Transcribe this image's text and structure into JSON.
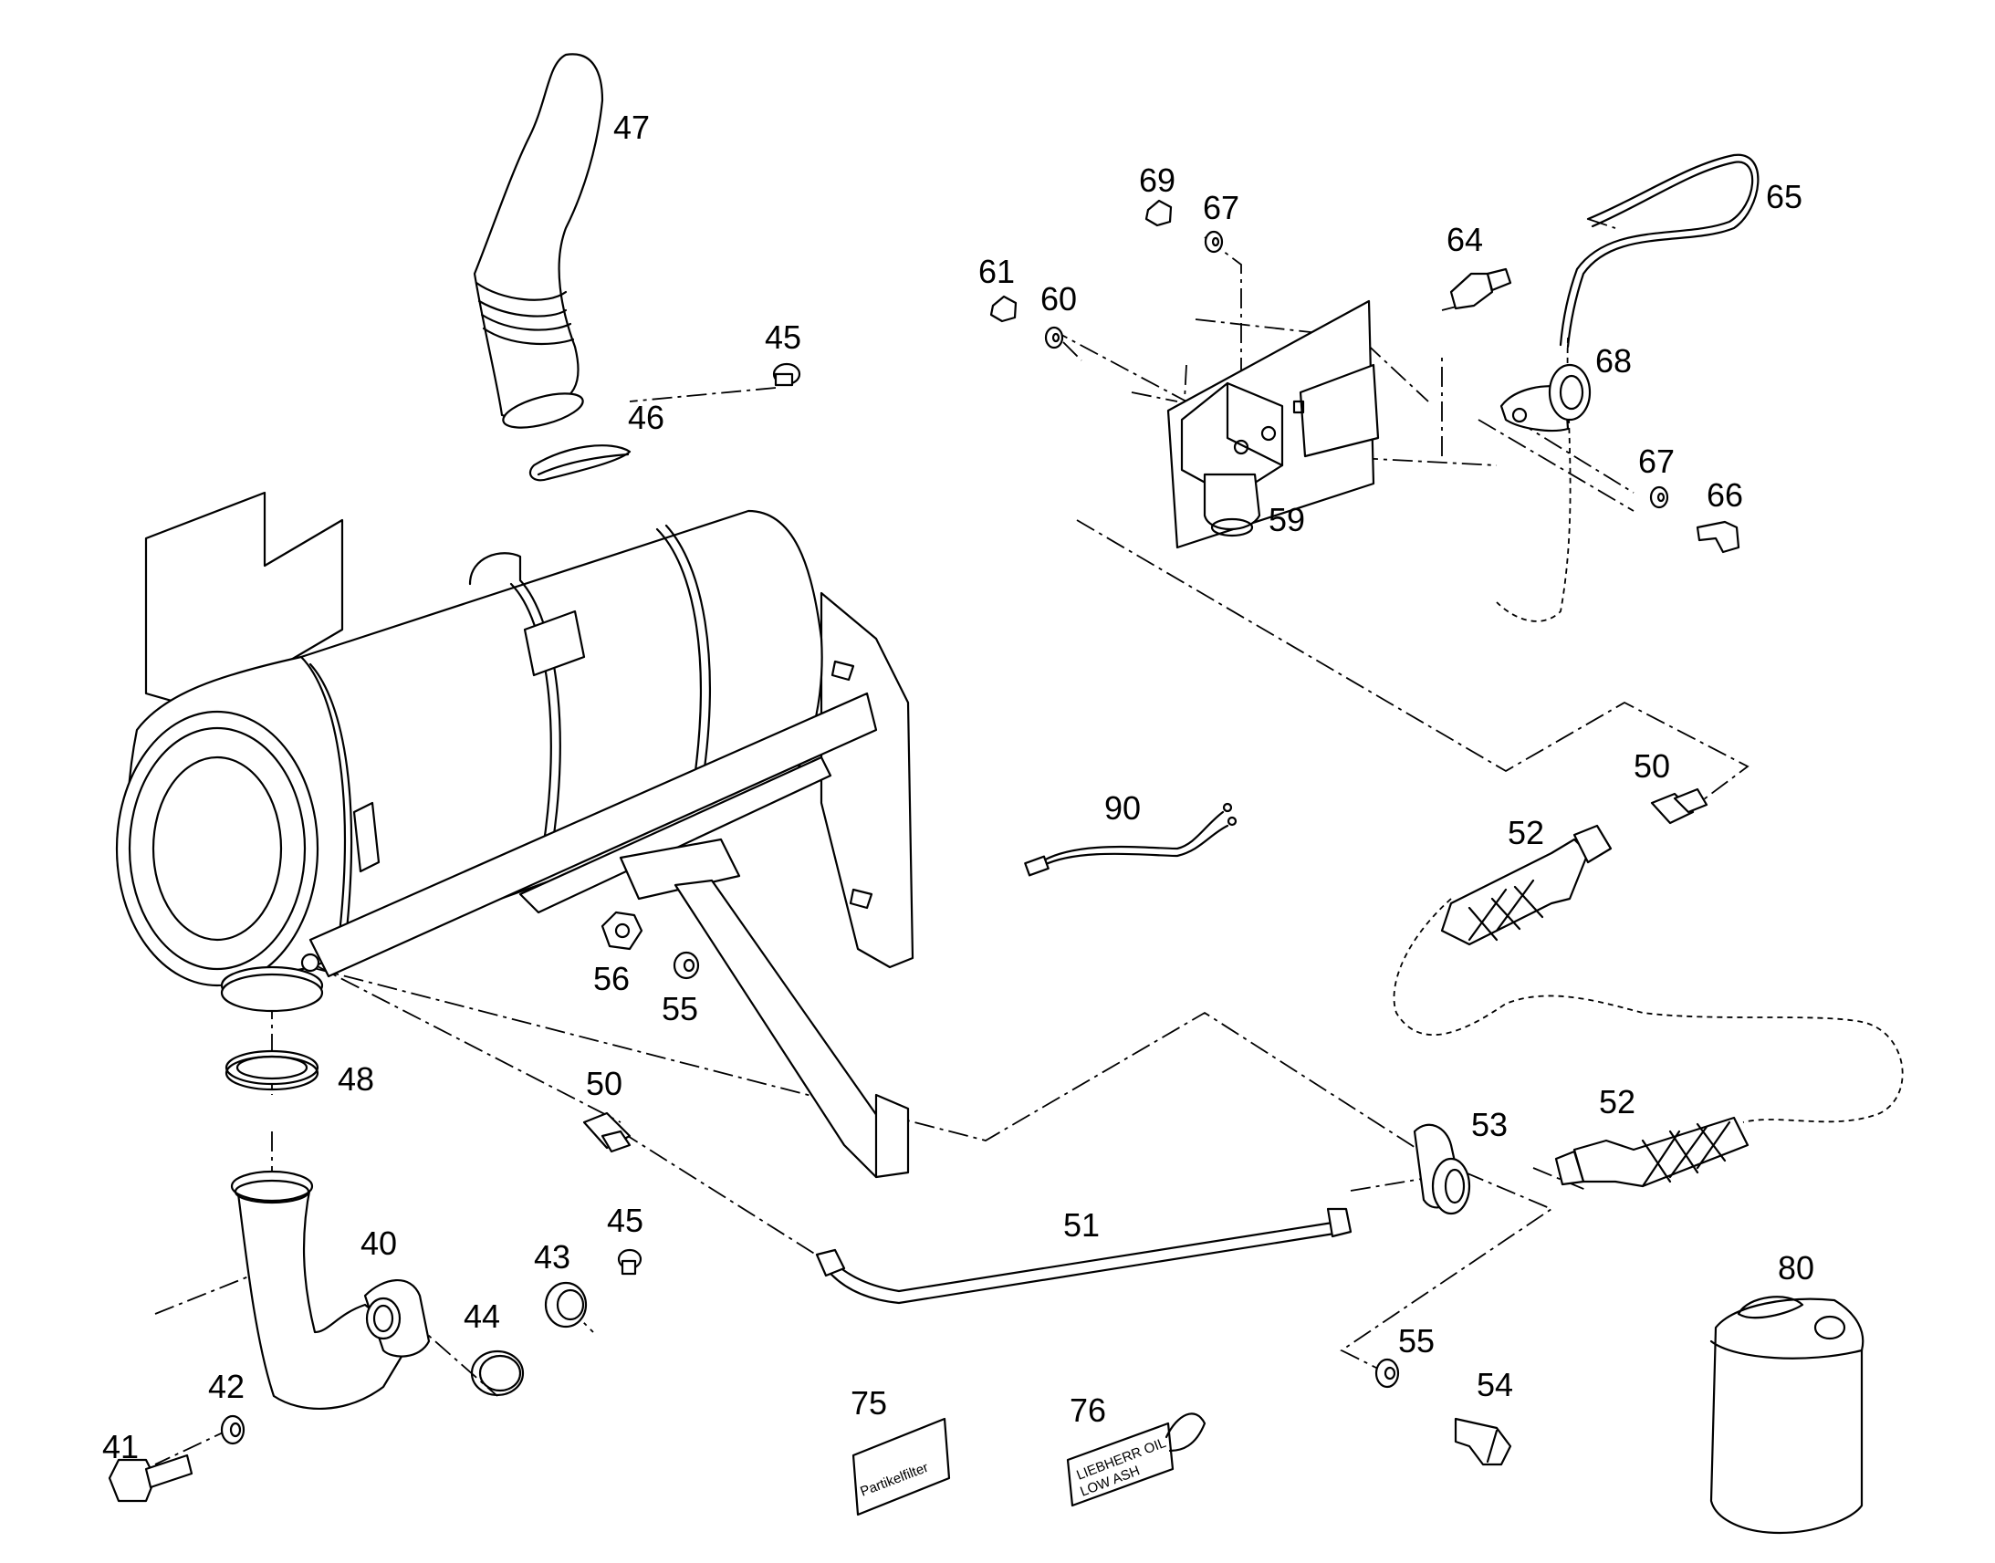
{
  "diagram": {
    "part_numbers": [
      "40",
      "41",
      "42",
      "43",
      "44",
      "45",
      "45",
      "46",
      "47",
      "48",
      "50",
      "50",
      "51",
      "52",
      "52",
      "53",
      "54",
      "55",
      "55",
      "56",
      "59",
      "60",
      "61",
      "64",
      "65",
      "66",
      "67",
      "67",
      "68",
      "69",
      "75",
      "76",
      "80",
      "90"
    ]
  },
  "labels": {
    "sticker_75": "Partikelfilter",
    "sticker_76_line1": "LIEBHERR OIL",
    "sticker_76_line2": "LOW ASH"
  },
  "icons": [
    "exhaust-pipe-icon",
    "particle-filter-icon",
    "clamp-icon",
    "pressure-sensor-icon",
    "hose-icon",
    "canister-icon",
    "cable-icon",
    "bolt-icon",
    "washer-icon",
    "nut-icon"
  ]
}
